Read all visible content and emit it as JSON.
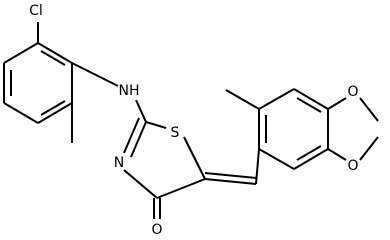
{
  "molecule": {
    "atoms": {
      "cl": "Cl",
      "nh": "NH",
      "s": "S",
      "n": "N",
      "o_carbonyl": "O",
      "o_ring_top": "O",
      "o_ring_bottom": "O"
    },
    "colors": {
      "bond": "#000000",
      "label": "#000000",
      "background": "#ffffff"
    }
  }
}
